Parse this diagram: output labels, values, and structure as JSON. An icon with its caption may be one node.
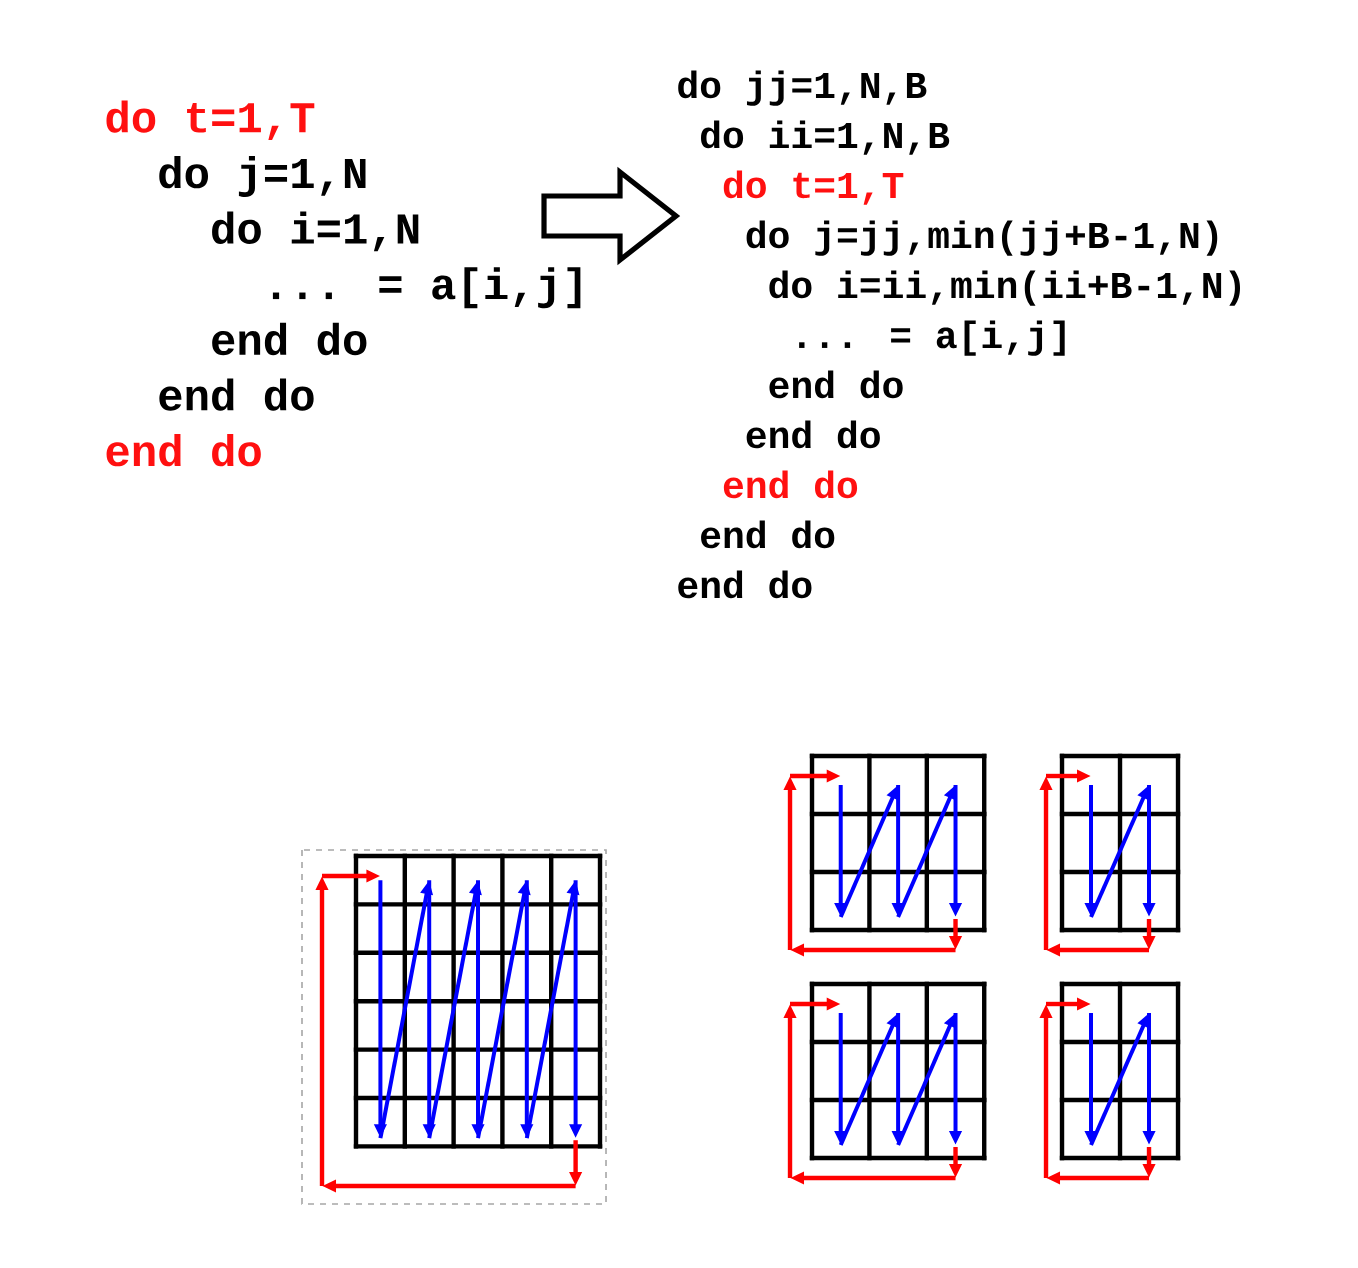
{
  "diagram": {
    "nodes": [
      {
        "text": [
          "do t=1,T",
          "do j=1,N",
          "do i=1,N",
          "... = a[i,j]",
          "end do",
          "end do",
          "end do"
        ]
      },
      {
        "text": [
          "do jj=1,N,B",
          "do ii=1,N,B",
          "do t=1,T",
          "do j=jj,min(jj+B-1,N)",
          "do i=ii,min(ii+B-1,N)",
          "... = a[i,j]",
          "end do",
          "end do",
          "end do",
          "end do",
          "end do"
        ]
      }
    ],
    "edges": [
      {
        "from": 0,
        "to": 1,
        "arrow": "to"
      }
    ]
  }
}
